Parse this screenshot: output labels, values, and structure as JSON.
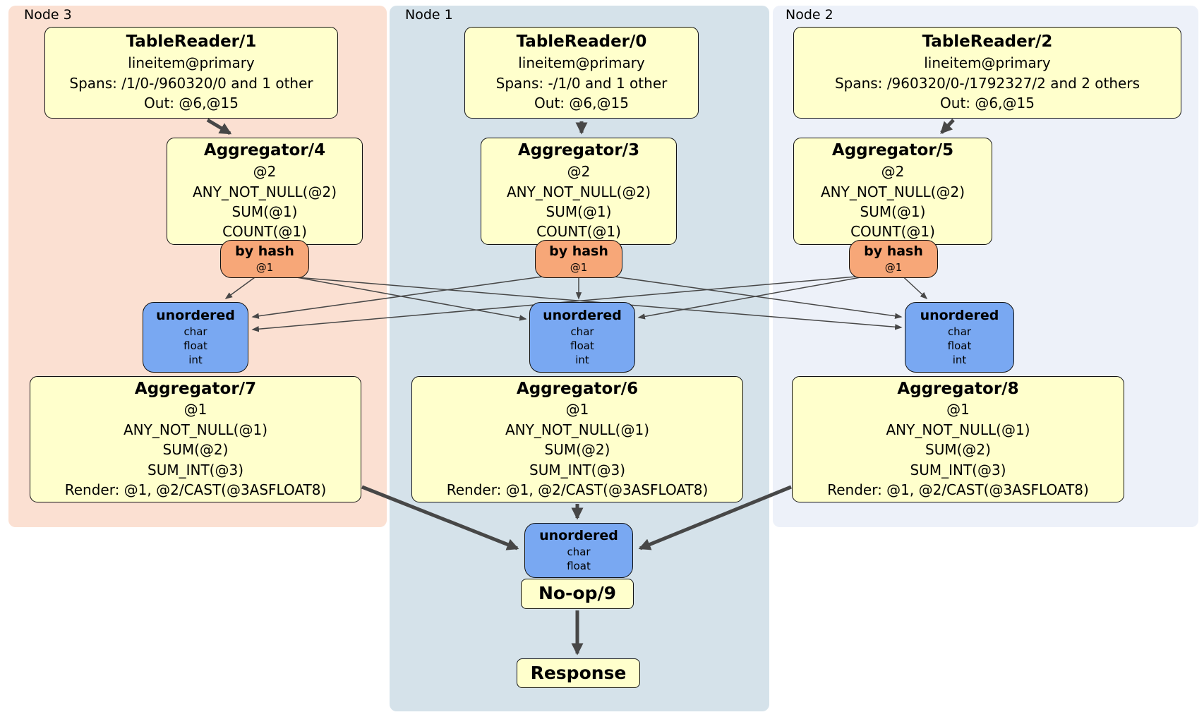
{
  "groups": {
    "node3": {
      "label": "Node 3"
    },
    "node1": {
      "label": "Node 1"
    },
    "node2": {
      "label": "Node 2"
    }
  },
  "processors": {
    "tr1": {
      "title": "TableReader/1",
      "lines": [
        "lineitem@primary",
        "Spans: /1/0-/960320/0 and 1 other",
        "Out: @6,@15"
      ]
    },
    "tr0": {
      "title": "TableReader/0",
      "lines": [
        "lineitem@primary",
        "Spans: -/1/0 and 1 other",
        "Out: @6,@15"
      ]
    },
    "tr2": {
      "title": "TableReader/2",
      "lines": [
        "lineitem@primary",
        "Spans: /960320/0-/1792327/2 and 2 others",
        "Out: @6,@15"
      ]
    },
    "agg4": {
      "title": "Aggregator/4",
      "lines": [
        "@2",
        "ANY_NOT_NULL(@2)",
        "SUM(@1)",
        "COUNT(@1)"
      ]
    },
    "agg3": {
      "title": "Aggregator/3",
      "lines": [
        "@2",
        "ANY_NOT_NULL(@2)",
        "SUM(@1)",
        "COUNT(@1)"
      ]
    },
    "agg5": {
      "title": "Aggregator/5",
      "lines": [
        "@2",
        "ANY_NOT_NULL(@2)",
        "SUM(@1)",
        "COUNT(@1)"
      ]
    },
    "hash4": {
      "title": "by hash",
      "lines": [
        "@1"
      ]
    },
    "hash3": {
      "title": "by hash",
      "lines": [
        "@1"
      ]
    },
    "hash5": {
      "title": "by hash",
      "lines": [
        "@1"
      ]
    },
    "un7": {
      "title": "unordered",
      "lines": [
        "char",
        "float",
        "int"
      ]
    },
    "un6": {
      "title": "unordered",
      "lines": [
        "char",
        "float",
        "int"
      ]
    },
    "un8": {
      "title": "unordered",
      "lines": [
        "char",
        "float",
        "int"
      ]
    },
    "agg7": {
      "title": "Aggregator/7",
      "lines": [
        "@1",
        "ANY_NOT_NULL(@1)",
        "SUM(@2)",
        "SUM_INT(@3)",
        "Render: @1, @2/CAST(@3ASFLOAT8)"
      ]
    },
    "agg6": {
      "title": "Aggregator/6",
      "lines": [
        "@1",
        "ANY_NOT_NULL(@1)",
        "SUM(@2)",
        "SUM_INT(@3)",
        "Render: @1, @2/CAST(@3ASFLOAT8)"
      ]
    },
    "agg8": {
      "title": "Aggregator/8",
      "lines": [
        "@1",
        "ANY_NOT_NULL(@1)",
        "SUM(@2)",
        "SUM_INT(@3)",
        "Render: @1, @2/CAST(@3ASFLOAT8)"
      ]
    },
    "unFinal": {
      "title": "unordered",
      "lines": [
        "char",
        "float"
      ]
    },
    "noop": {
      "title": "No-op/9"
    },
    "response": {
      "title": "Response"
    }
  },
  "colors": {
    "node3_bg": "#fbe0d2",
    "node1_bg": "#d5e2ea",
    "node2_bg": "#edf1f9",
    "processor_fill": "#ffffcc",
    "router_fill": "#f7a778",
    "sync_fill": "#79a8f2",
    "border": "#111111",
    "edge": "#474747"
  }
}
